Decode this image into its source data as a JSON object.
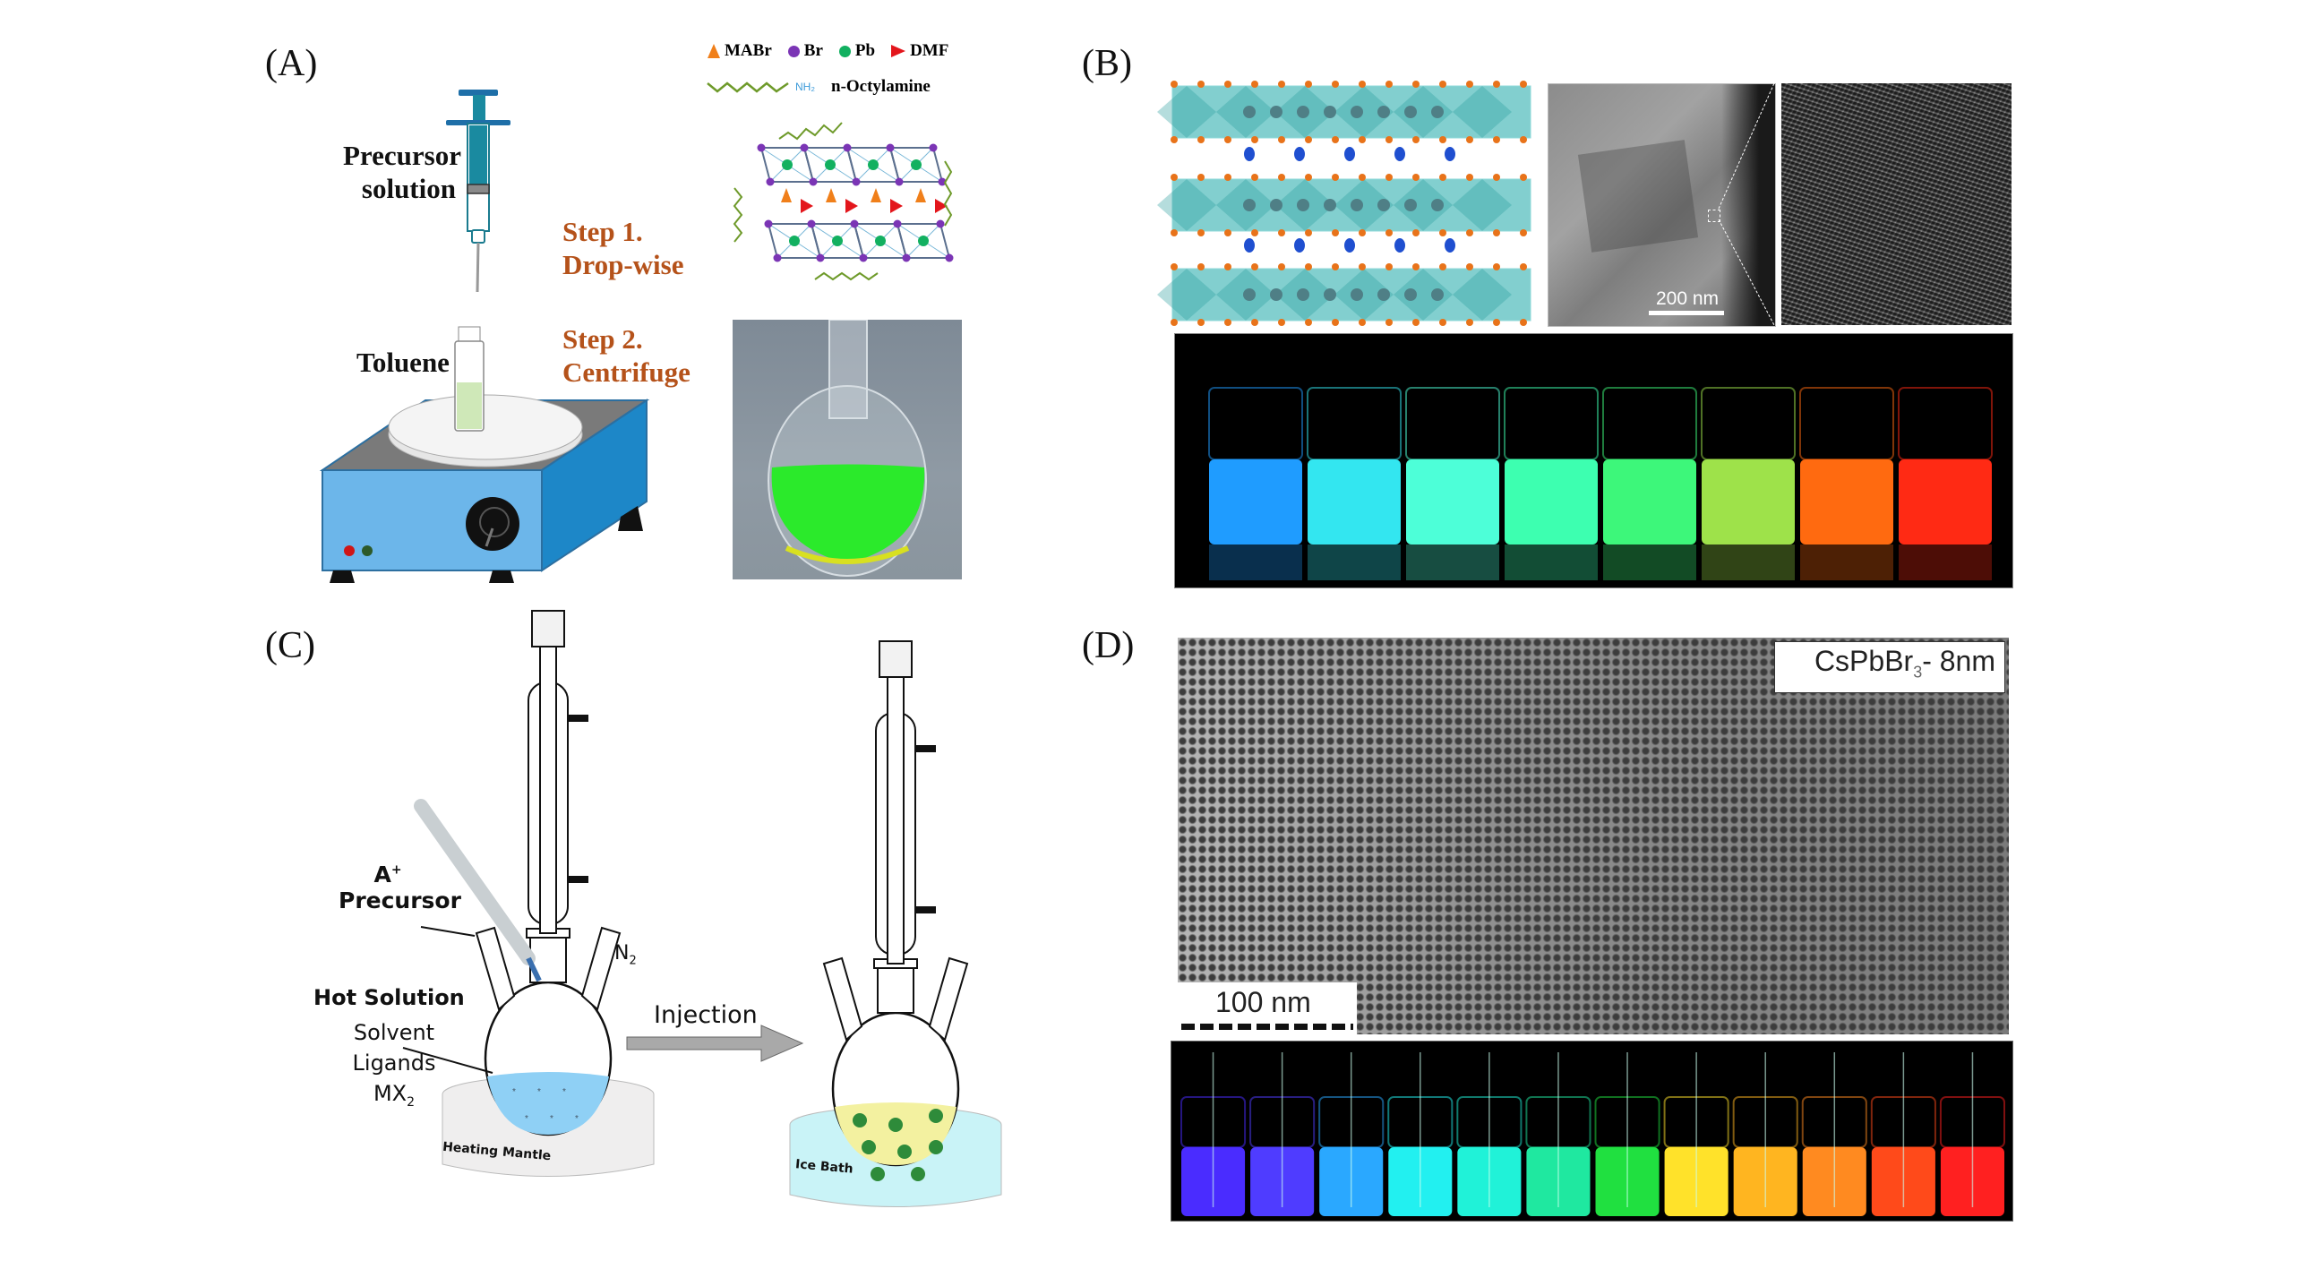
{
  "figure": {
    "panels": [
      {
        "id": "A",
        "label": "(A)"
      },
      {
        "id": "B",
        "label": "(B)"
      },
      {
        "id": "C",
        "label": "(C)"
      },
      {
        "id": "D",
        "label": "(D)"
      }
    ]
  },
  "panel_a": {
    "legend": {
      "items": [
        {
          "symbol": "triangle-up",
          "label": "MABr",
          "color": "#f07f1a"
        },
        {
          "symbol": "circle",
          "label": "Br",
          "color": "#7b35b5"
        },
        {
          "symbol": "circle",
          "label": "Pb",
          "color": "#12b060"
        },
        {
          "symbol": "triangle-right",
          "label": "DMF",
          "color": "#e3161c"
        }
      ],
      "ligand_group": "NH₂",
      "ligand_label": "n-Octylamine",
      "ligand_color": "#6e9a2a"
    },
    "syringe_label_line1": "Precursor",
    "syringe_label_line2": "solution",
    "step1_line1": "Step 1.",
    "step1_line2": "Drop-wise",
    "step2_line1": "Step 2.",
    "step2_line2": "Centrifuge",
    "vial_label": "Toluene",
    "step_color": "#b5521a"
  },
  "panel_b": {
    "tem_scale_bar": "200 nm",
    "vial_colors": [
      "#1f9cff",
      "#33e6f0",
      "#4dffd8",
      "#3dffb0",
      "#3df77a",
      "#9ee24a",
      "#ff6a10",
      "#ff2a14"
    ]
  },
  "panel_c": {
    "syringe_label_line1": "A",
    "syringe_label_sup": "+",
    "syringe_label_line2": "Precursor",
    "solution_title": "Hot Solution",
    "solution_components": [
      "Solvent",
      "Ligands",
      "MX"
    ],
    "mx_subscript": "2",
    "gas_label": "N",
    "gas_subscript": "2",
    "arrow_label": "Injection",
    "left_bath_label": "Heating Mantle",
    "right_bath_label": "Ice Bath"
  },
  "panel_d": {
    "sample_label": "CsPbBr",
    "sample_subscript": "3",
    "sample_suffix": "- 8nm",
    "tem_scale_bar": "100 nm",
    "vial_colors": [
      "#4a2cff",
      "#4f3cff",
      "#2aa8ff",
      "#22f0f0",
      "#20f2d8",
      "#1fe8a0",
      "#20e040",
      "#ffe22a",
      "#ffb520",
      "#ff8a20",
      "#ff4a1a",
      "#ff2020"
    ]
  }
}
